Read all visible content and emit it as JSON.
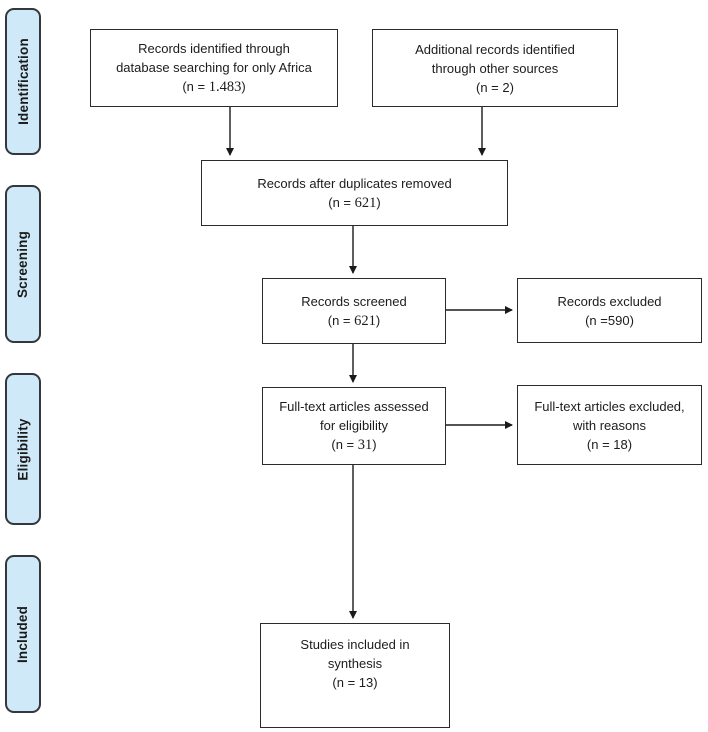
{
  "colors": {
    "stage_fill": "#cfe9f8",
    "stage_border": "#33383d",
    "box_border": "#2b2b2b",
    "arrow": "#1a1a1a",
    "background": "#ffffff"
  },
  "sidebar": {
    "stages": [
      {
        "label": "Identification"
      },
      {
        "label": "Screening"
      },
      {
        "label": "Eligibility"
      },
      {
        "label": "Included"
      }
    ]
  },
  "flow": {
    "identified_db": {
      "line1": "Records identified through",
      "line2": "database searching for only Africa",
      "count_pre": "(n = ",
      "count_num": "1.483",
      "count_post": ")"
    },
    "identified_other": {
      "line1": "Additional records identified",
      "line2": "through other sources",
      "count_pre": "(n = ",
      "count_num": "2",
      "count_post": ")"
    },
    "duplicates_removed": {
      "line1": "Records after duplicates removed",
      "count_pre": "(n = ",
      "count_num": "621",
      "count_post": ")"
    },
    "screened": {
      "line1": "Records screened",
      "count_pre": "(n = ",
      "count_num": "621",
      "count_post": ")"
    },
    "excluded": {
      "line1": "Records excluded",
      "count_pre": "(n =",
      "count_num": "590",
      "count_post": ")"
    },
    "fulltext_assessed": {
      "line1": "Full-text articles assessed",
      "line2": "for eligibility",
      "count_pre": "(n = ",
      "count_num": "31",
      "count_post": ")"
    },
    "fulltext_excluded": {
      "line1": "Full-text articles excluded,",
      "line2": "with reasons",
      "count_pre": "(n = ",
      "count_num": "18",
      "count_post": ")"
    },
    "included_synthesis": {
      "line1": "Studies included in",
      "line2": "synthesis",
      "count_pre": "(n = ",
      "count_num": "13",
      "count_post": ")"
    }
  }
}
